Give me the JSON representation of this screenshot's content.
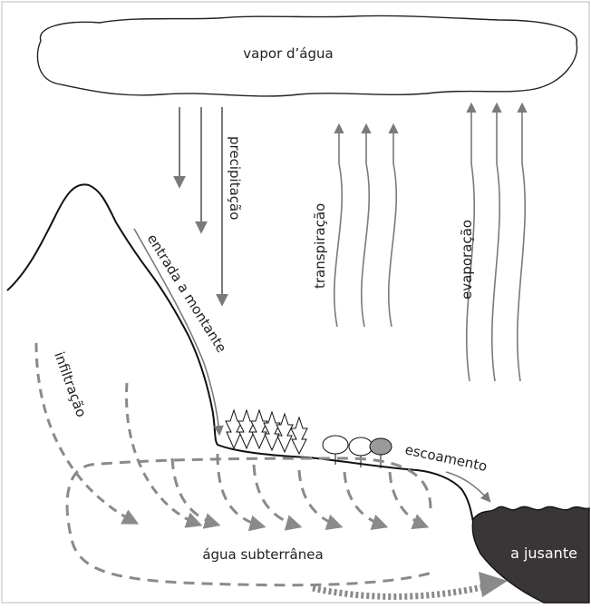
{
  "labels": {
    "vapor": "vapor d’água",
    "precipitation": "precipitação",
    "transpiration": "transpiração",
    "evaporation": "evaporação",
    "upstream_inflow": "entrada a montante",
    "infiltration": "infiltração",
    "runoff": "escoamento",
    "groundwater": "água subterrânea",
    "downstream": "a jusante"
  },
  "colors": {
    "arrow": "#7a7a7a",
    "dashed_flow": "#8a8a8a",
    "water": "#3a3537",
    "outline": "#111111"
  },
  "icons": [
    "cloud",
    "mountain",
    "conifer-trees",
    "deciduous-trees",
    "water-body"
  ]
}
